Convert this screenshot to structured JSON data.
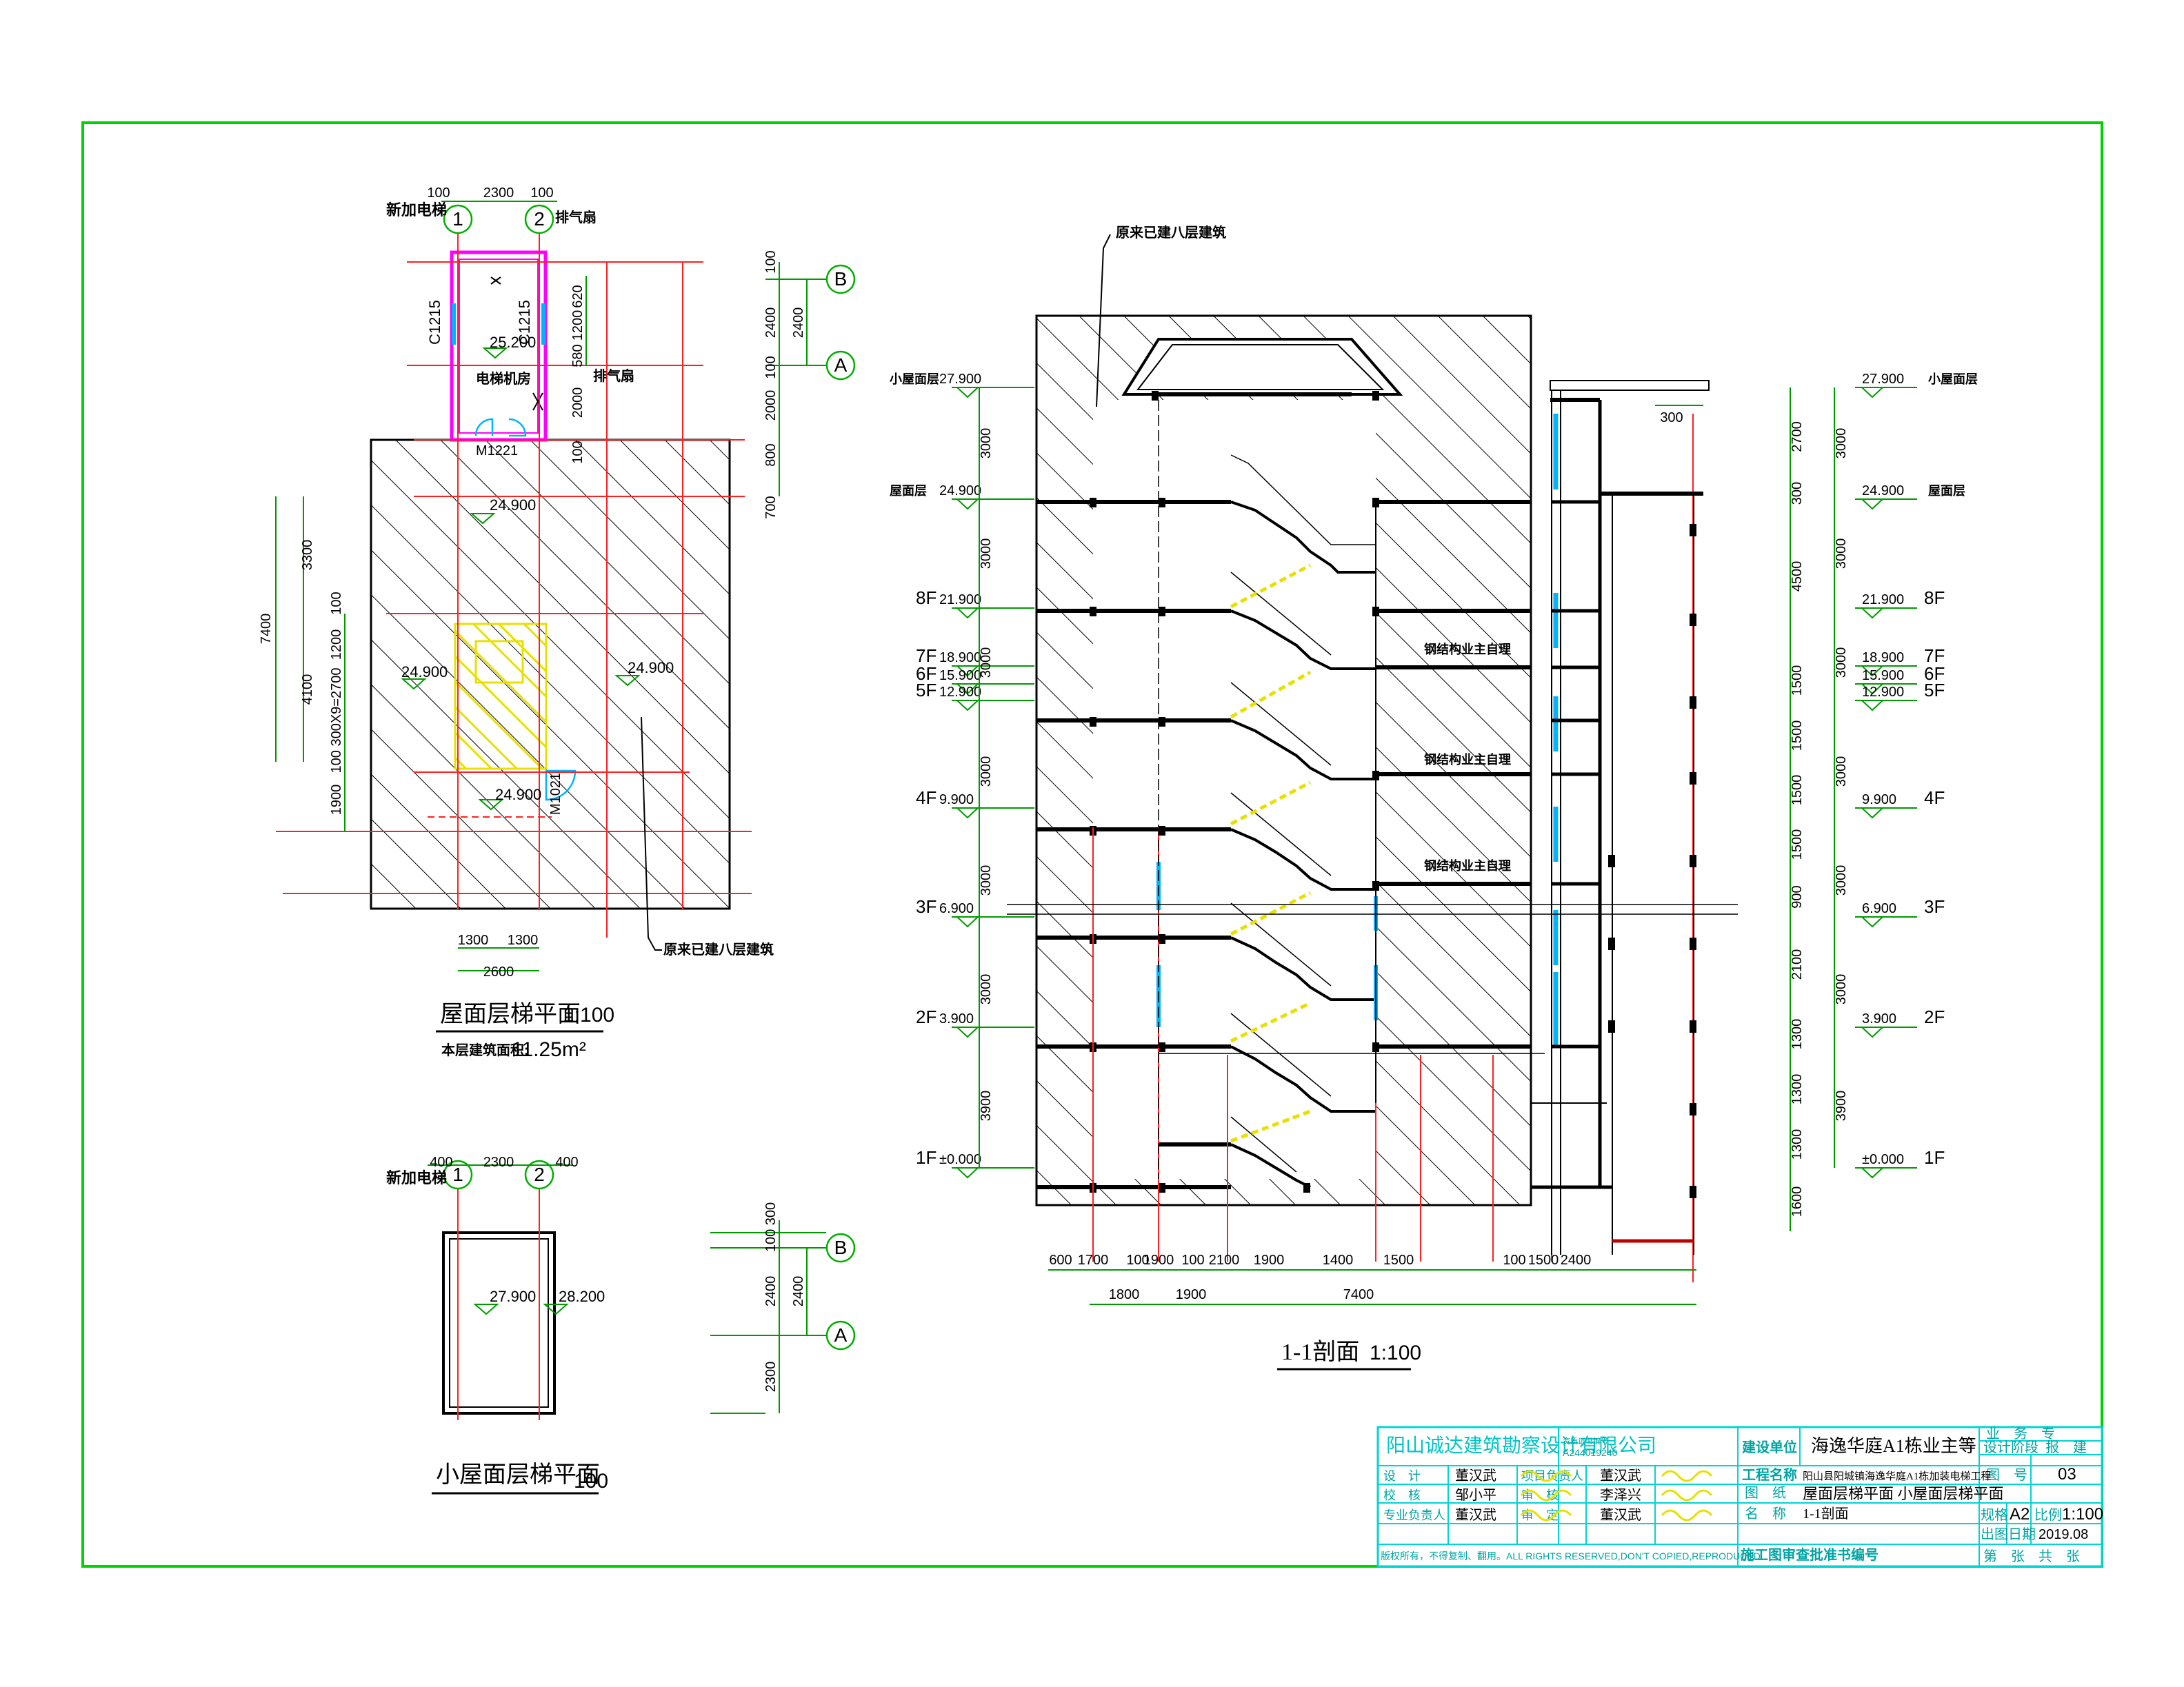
{
  "plan_roof": {
    "title": "屋面层梯平面",
    "scale": "1:100",
    "area_label": "本层建筑面积:",
    "area_value": "11.25m²",
    "new_elevator": "新加电梯",
    "exhaust_fan_1": "排气扇",
    "exhaust_fan_2": "排气扇",
    "machine_room": "电梯机房",
    "elev_machine": "25.200",
    "elev_roof": "24.900",
    "elev_left": "24.900",
    "elev_right": "24.900",
    "elev_stair": "24.900",
    "window_left": "C1215",
    "window_right": "C1215",
    "door_top": "M1221",
    "door_stair": "M1021",
    "axis_1": "1",
    "axis_2": "2",
    "axis_a": "A",
    "axis_b": "B",
    "dim_top": [
      "100",
      "2300",
      "100"
    ],
    "dim_bottom": [
      "1300",
      "1300"
    ],
    "dim_bottom_total": "2600",
    "dim_right_outer": [
      "100",
      "2400",
      "100",
      "2000",
      "800",
      "700"
    ],
    "dim_right_inner": [
      "2400"
    ],
    "dim_machine": [
      "620",
      "1200",
      "580",
      "2000",
      "100"
    ],
    "dim_left_outer": "7400",
    "dim_left_mid": [
      "3300",
      "4100"
    ],
    "dim_left_inner": [
      "100",
      "1200",
      "100 300X9=2700",
      "1900"
    ],
    "existing_label": "原来已建八层建筑"
  },
  "plan_small_roof": {
    "title": "小屋面层梯平面",
    "scale": "100",
    "new_elevator": "新加电梯",
    "elev_a": "27.900",
    "elev_b": "28.200",
    "axis_1": "1",
    "axis_2": "2",
    "axis_a": "A",
    "axis_b": "B",
    "dim_top": [
      "400",
      "2300",
      "400"
    ],
    "dim_right_outer": [
      "100 300",
      "2400",
      "2300"
    ],
    "dim_right_inner": [
      "2400"
    ]
  },
  "section": {
    "title": "1-1剖面",
    "scale": "1:100",
    "existing_label": "原来已建八层建筑",
    "steel_label": "钢结构业主自理",
    "slab_300": "300",
    "levels_left": [
      {
        "name": "小屋面层",
        "elev": "27.900"
      },
      {
        "name": "屋面层",
        "elev": "24.900"
      },
      {
        "name": "8F",
        "elev": "21.900"
      },
      {
        "name": "7F",
        "elev": "18.900"
      },
      {
        "name": "6F",
        "elev": "15.900"
      },
      {
        "name": "5F",
        "elev": "12.900"
      },
      {
        "name": "4F",
        "elev": "9.900"
      },
      {
        "name": "3F",
        "elev": "6.900"
      },
      {
        "name": "2F",
        "elev": "3.900"
      },
      {
        "name": "1F",
        "elev": "±0.000"
      }
    ],
    "levels_right": [
      {
        "name": "小屋面层",
        "elev": "27.900"
      },
      {
        "name": "屋面层",
        "elev": "24.900"
      },
      {
        "name": "8F",
        "elev": "21.900"
      },
      {
        "name": "7F",
        "elev": "18.900"
      },
      {
        "name": "6F",
        "elev": "15.900"
      },
      {
        "name": "5F",
        "elev": "12.900"
      },
      {
        "name": "4F",
        "elev": "9.900"
      },
      {
        "name": "3F",
        "elev": "6.900"
      },
      {
        "name": "2F",
        "elev": "3.900"
      },
      {
        "name": "1F",
        "elev": "±0.000"
      }
    ],
    "dims_left": [
      "3000",
      "3000",
      "3000",
      "3000",
      "3000",
      "3000",
      "3900"
    ],
    "dims_right_outer": [
      "3000",
      "3000",
      "3000",
      "3000",
      "3000",
      "3000",
      "3900"
    ],
    "dims_right_inner": [
      "2700",
      "300",
      "4500",
      "1500",
      "1500",
      "1500",
      "1500",
      "900",
      "2100",
      "1300",
      "1300",
      "1300",
      "1600"
    ],
    "dims_bottom_1": [
      "600",
      "1700",
      "100",
      "1900",
      "100",
      "2100",
      "1900",
      "1400",
      "1500",
      "100",
      "1500",
      "2400"
    ],
    "dims_bottom_2": [
      "1800",
      "1900",
      "7400"
    ]
  },
  "titleblock": {
    "company": "阳山诚达建筑勘察设计有限公司",
    "cert_label": "资质证书编号",
    "cert_no": "A244019240",
    "client_label": "建设单位",
    "client": "海逸华庭A1栋业主等",
    "project_label": "工程名称",
    "project": "阳山县阳城镇海逸华庭A1栋加装电梯工程",
    "drawing_label_1": "图　纸",
    "drawing_label_2": "名　称",
    "drawing_name_1": "屋面层梯平面 小屋面层梯平面",
    "drawing_name_2": "1-1剖面",
    "rows": [
      {
        "role": "设　计",
        "name": "董汉武",
        "role2": "项目负责人",
        "name2": "董汉武"
      },
      {
        "role": "校　核",
        "name": "邹小平",
        "role2": "审　核",
        "name2": "李泽兴"
      },
      {
        "role": "专业负责人",
        "name": "董汉武",
        "role2": "审　定",
        "name2": "董汉武"
      }
    ],
    "trade_label": "业　务　专",
    "stage_label": "设计阶段",
    "stage": "报　建",
    "drawing_no_label": "图　号",
    "drawing_no": "03",
    "size_label": "规格",
    "size": "A2",
    "scale_label": "比例",
    "scale": "1:100",
    "date_label": "出图日期",
    "date": "2019.08",
    "sheet_label": "第　张　共　张",
    "copyright": "版权所有，不得复制、翻用。ALL RIGHTS RESERVED,DON'T COPIED,REPRODUCED",
    "review_label": "施工图审查批准书编号"
  }
}
